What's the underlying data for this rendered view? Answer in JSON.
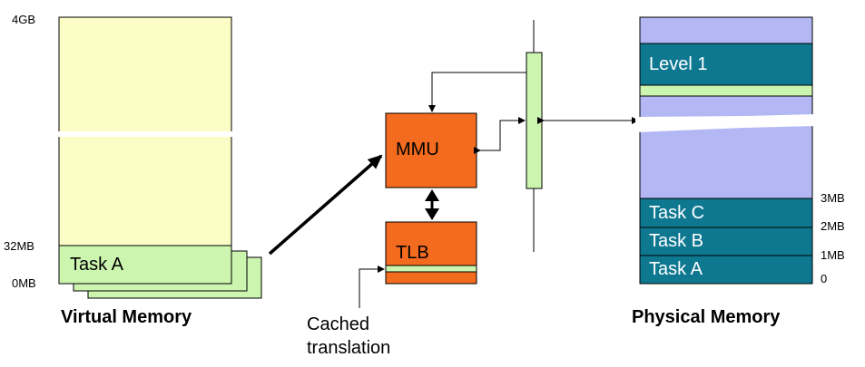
{
  "virtual": {
    "caption": "Virtual Memory",
    "label_top": "4GB",
    "label_32": "32MB",
    "label_0": "0MB",
    "task_label": "Task A",
    "colors": {
      "space": "#fcfcc6",
      "task": "#ccf5b0",
      "stroke": "#000000"
    }
  },
  "mmu": {
    "mmu_label": "MMU",
    "tlb_label": "TLB",
    "cached_label_line1": "Cached",
    "cached_label_line2": "translation",
    "colors": {
      "unit": "#f26b1f",
      "bus": "#ccf5b0"
    }
  },
  "physical": {
    "caption": "Physical Memory",
    "level_label": "Level 1",
    "tasks": [
      "Task C",
      "Task B",
      "Task A"
    ],
    "scale": [
      "3MB",
      "2MB",
      "1MB",
      "0"
    ],
    "colors": {
      "space": "#b3b8f5",
      "block": "#0e7891",
      "strip": "#ccf5b0"
    }
  }
}
